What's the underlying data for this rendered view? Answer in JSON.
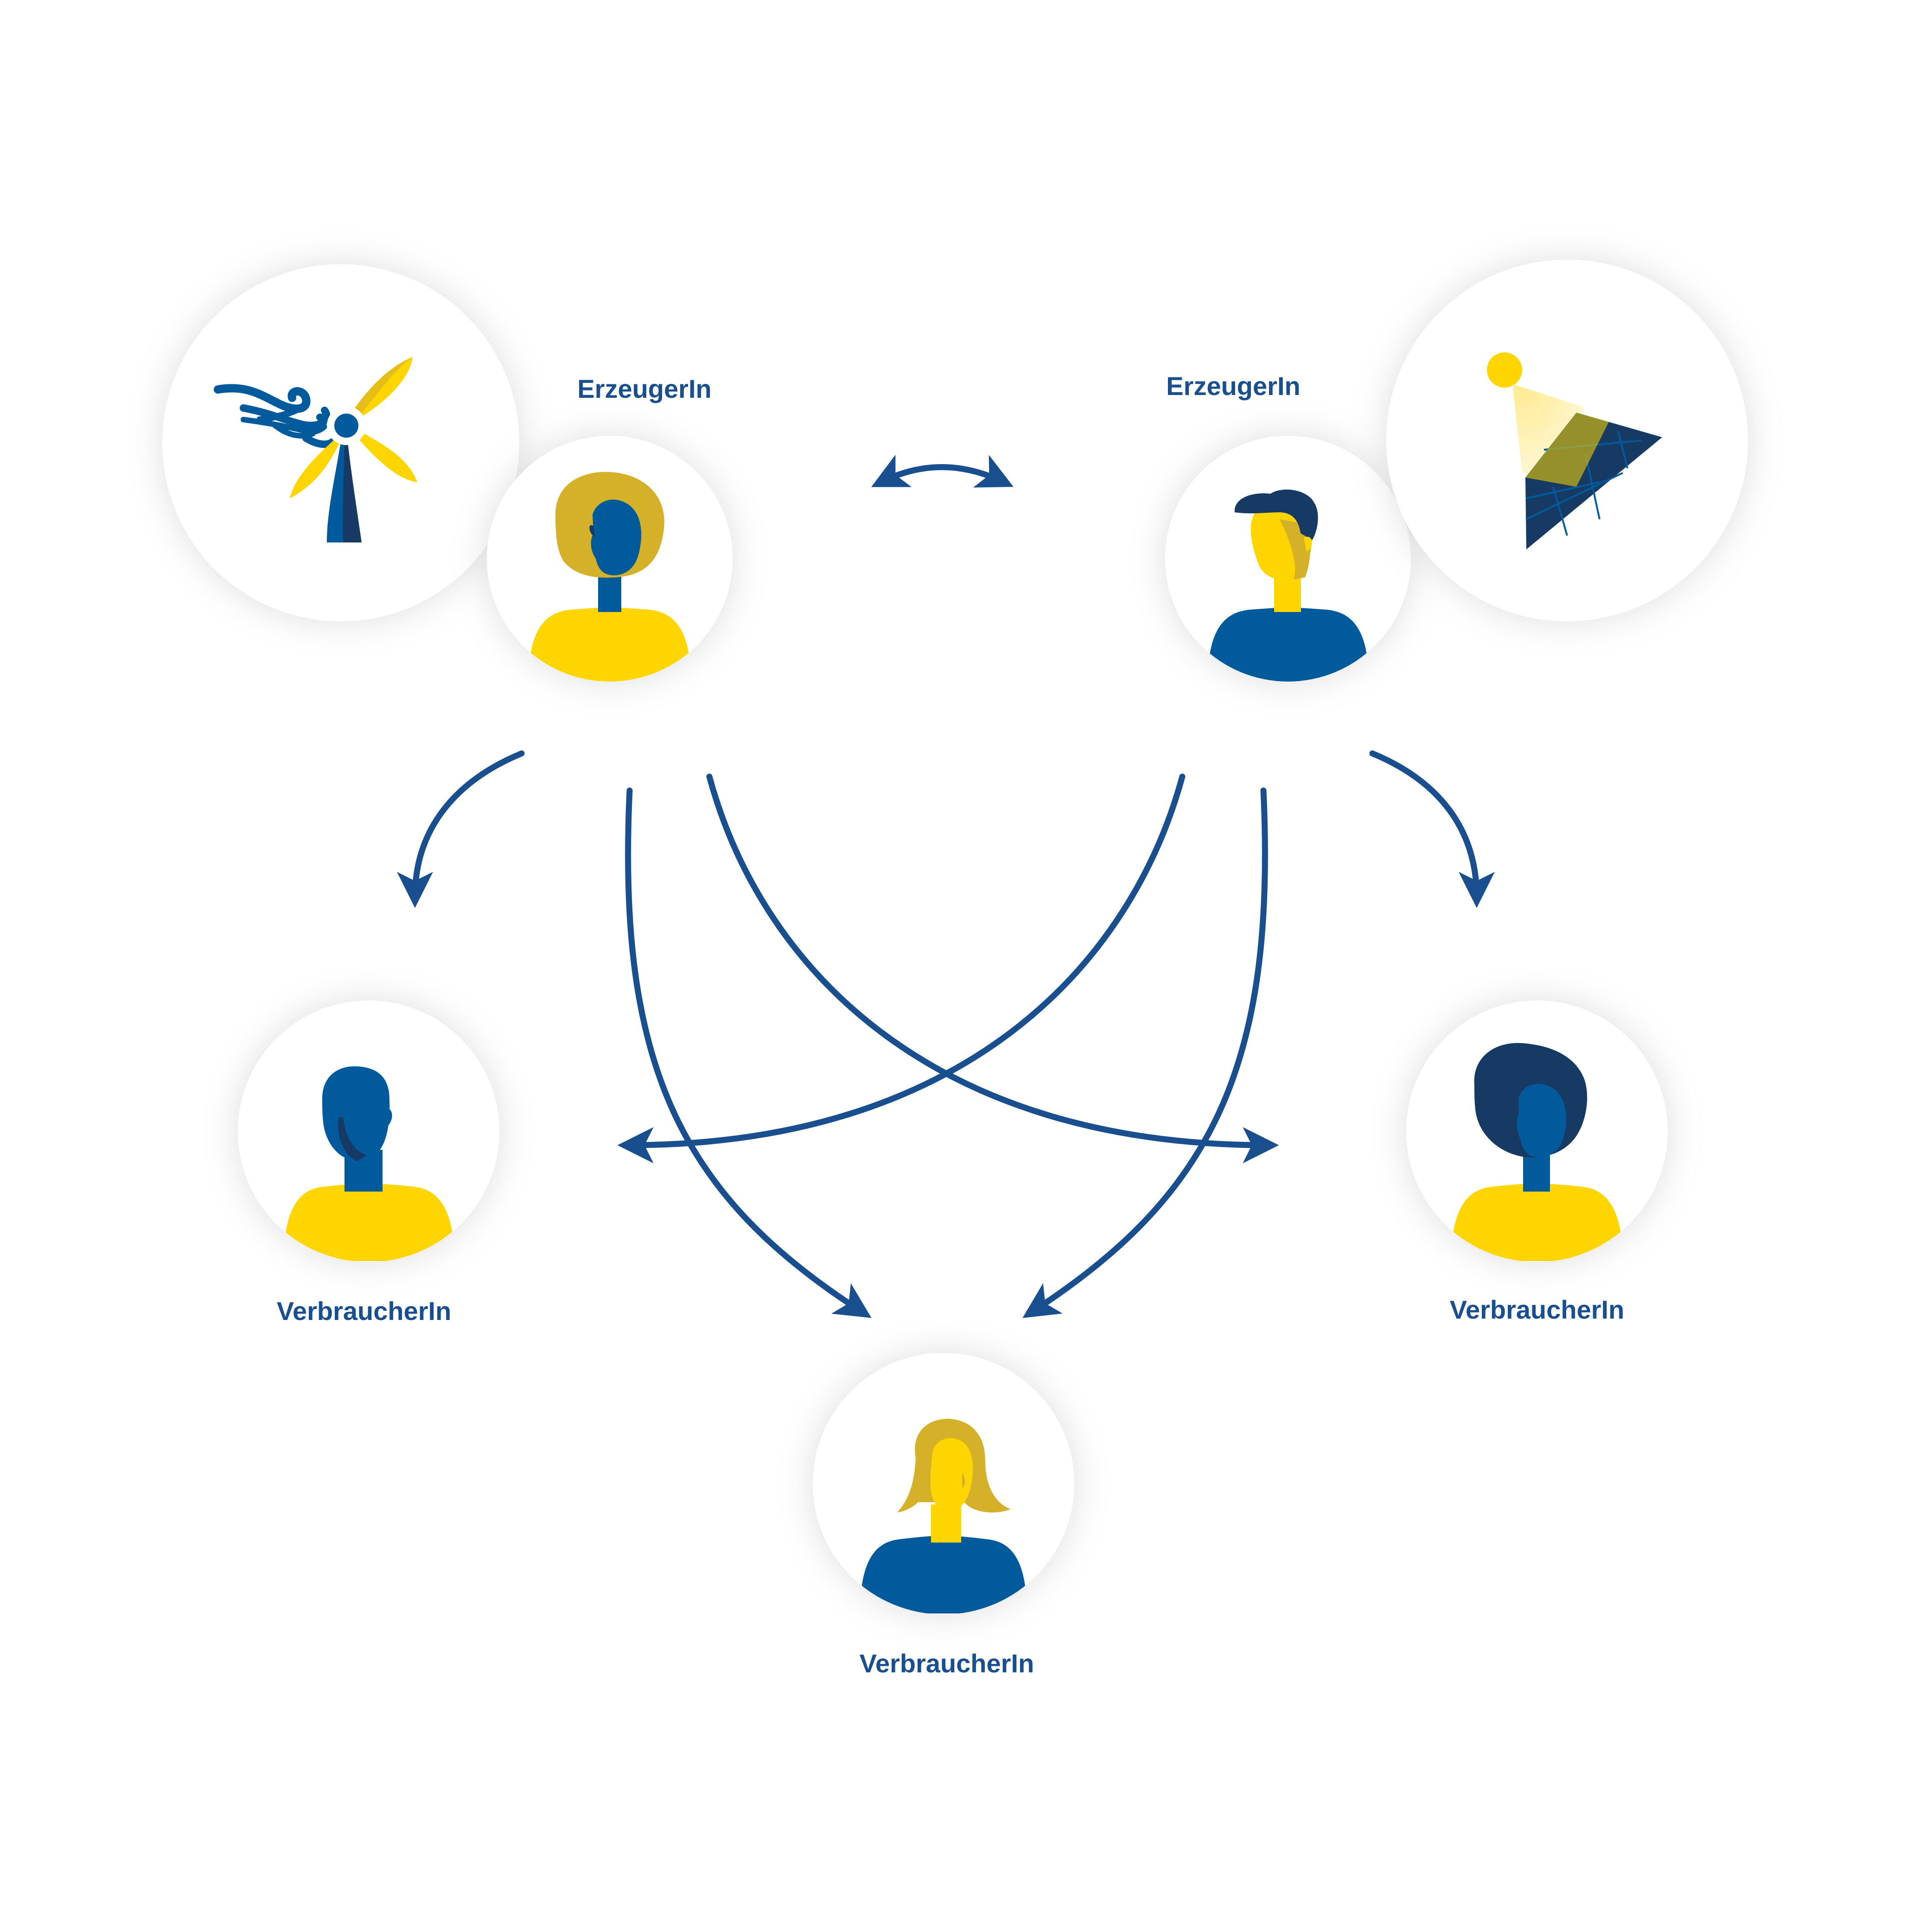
{
  "colors": {
    "navy": "#1a4f8f",
    "blue": "#005a9c",
    "dark": "#163a63",
    "yellow": "#ffd500",
    "gold": "#d4b128",
    "background": "#ffffff",
    "circle": "#ffffff"
  },
  "producers": [
    {
      "label": "ErzeugerIn",
      "source_icon": "wind-turbine-icon"
    },
    {
      "label": "ErzeugerIn",
      "source_icon": "solar-panel-icon"
    }
  ],
  "consumers": [
    {
      "label": "VerbraucherIn"
    },
    {
      "label": "VerbraucherIn"
    },
    {
      "label": "VerbraucherIn"
    }
  ]
}
